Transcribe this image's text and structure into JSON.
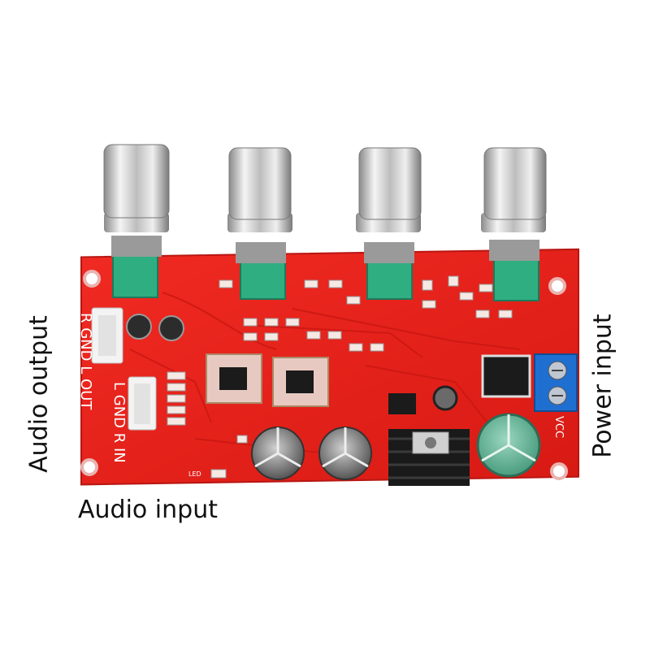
{
  "labels": {
    "audio_output": "Audio output",
    "power_input": "Power input",
    "audio_input": "Audio input"
  },
  "silkscreen": {
    "out": "R GND L OUT",
    "in": "L GND R IN",
    "vcc": "VCC",
    "led": "LED"
  },
  "colors": {
    "pcb": "#e8211c",
    "knob_metal": "#d8d8d8",
    "pot_body": "#2fae82",
    "terminal": "#1f6fd1",
    "background": "#ffffff"
  },
  "icons": {
    "board": "audio-tone-control-board-photo"
  }
}
